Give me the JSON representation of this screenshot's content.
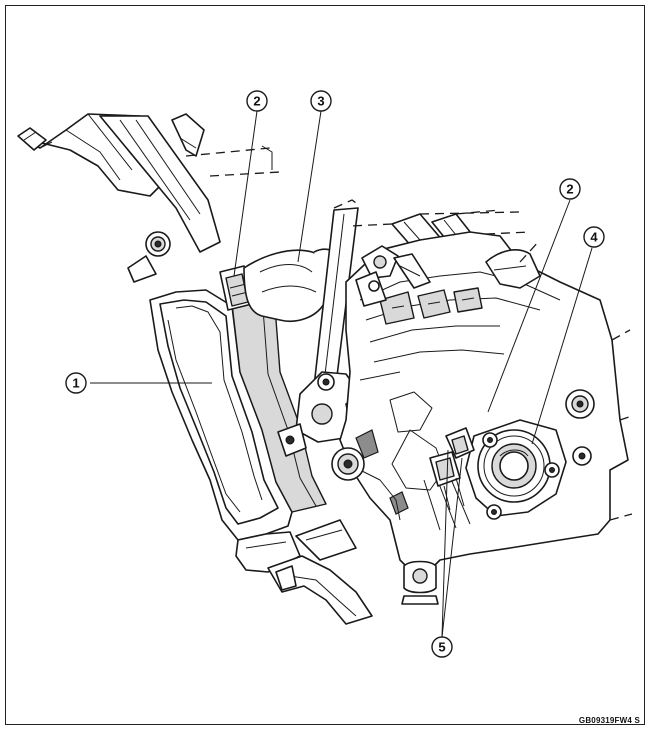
{
  "callouts": {
    "c1": "1",
    "c2a": "2",
    "c3": "3",
    "c2b": "2",
    "c4": "4",
    "c5": "5"
  },
  "figure_code": "GB09319FW4  S"
}
